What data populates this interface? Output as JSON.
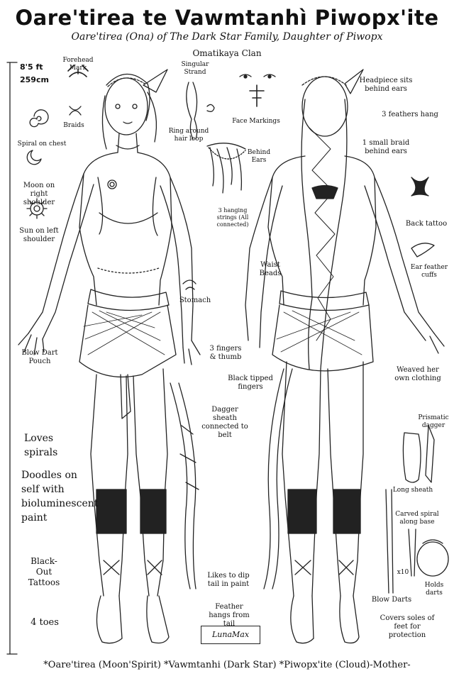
{
  "header": {
    "title": "Oare'tirea te Vawmtanhì Piwopx'ite",
    "subtitle": "Oare'tirea (Ona) of The Dark Star Family, Daughter of Piwopx",
    "clan": "Omatikaya Clan"
  },
  "height": {
    "feet": "8'5 ft",
    "cm": "259cm"
  },
  "left_notes": {
    "forehead": "Forehead Mark",
    "braids": "Braids",
    "spiral_chest": "Spiral on chest",
    "moon": "Moon on right shoulder",
    "sun": "Sun on left shoulder",
    "blow_dart_pouch": "Blow Dart Pouch",
    "loves_spirals": "Loves spirals",
    "doodles": "Doodles on self with bioluminescent paint",
    "blackout": "Black-Out Tattoos",
    "toes": "4 toes"
  },
  "center_notes": {
    "singular_strand": "Singular Strand",
    "ring_loop": "Ring around hair loop",
    "face_markings": "Face Markings",
    "behind_ears": "Behind Ears",
    "hanging_strings": "3 hanging strings (All connected)",
    "waist_beads": "Waist Beads",
    "stomach": "Stomach",
    "fingers": "3 fingers & thumb",
    "black_tipped": "Black tipped fingers",
    "dagger_sheath": "Dagger sheath connected to belt",
    "dip_tail": "Likes to dip tail in paint",
    "feather_tail": "Feather hangs from tail",
    "signature": "LunaMax"
  },
  "right_notes": {
    "headpiece": "Headpiece sits behind ears",
    "feathers": "3 feathers hang",
    "small_braid": "1 small braid behind ears",
    "back_tattoo": "Back tattoo",
    "ear_cuffs": "Ear feather cuffs",
    "weaved": "Weaved her own clothing",
    "prismatic": "Prismatic dagger",
    "long_sheath": "Long sheath",
    "carved_spiral": "Carved spiral along base",
    "x10": "x10",
    "holds_darts": "Holds darts",
    "blow_darts": "Blow Darts",
    "soles": "Covers soles of feet for protection"
  },
  "footer": "*Oare'tirea (Moon'Spirit) *Vawmtanhi (Dark Star) *Piwopx'ite (Cloud)-Mother-"
}
